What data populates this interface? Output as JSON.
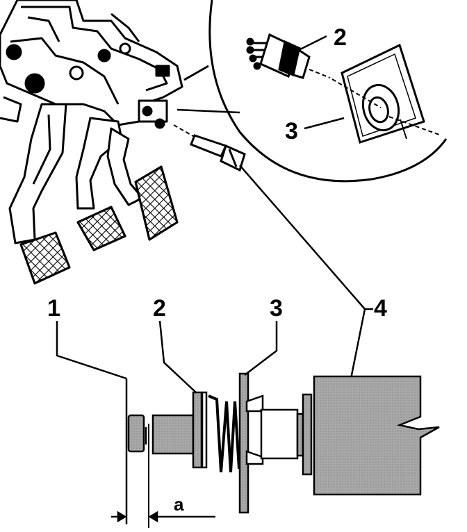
{
  "callouts": {
    "detail": [
      "2",
      "3"
    ],
    "main": [
      "1",
      "2",
      "3",
      "4"
    ],
    "dimension": "a"
  },
  "colors": {
    "ink": "#000000",
    "paper": "#ffffff",
    "grey": "#a8a8a8",
    "grey_dark": "#8c8c8c"
  }
}
